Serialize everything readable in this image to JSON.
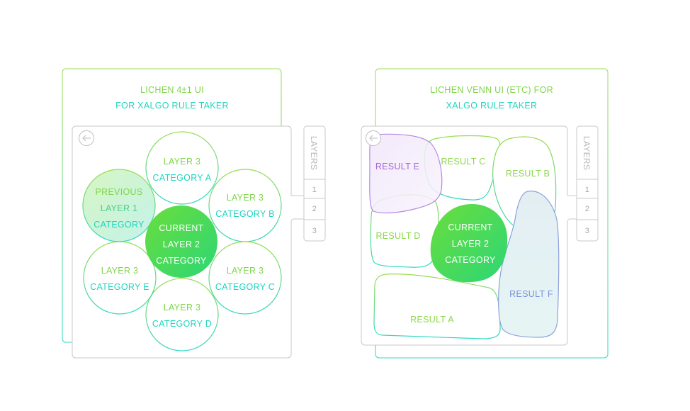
{
  "colors": {
    "lime": "#8BD94A",
    "teal": "#1FD6C0",
    "gray": "#BFBFBF",
    "purple": "#A36AD8",
    "blue": "#7E93DA",
    "current_fill": "#4FD95A"
  },
  "left_panel": {
    "title_line1": "LICHEN 4±1 UI",
    "title_line2": "FOR XALGO RULE TAKER",
    "back_icon": "back-arrow-icon",
    "layers_label": "LAYERS",
    "layer_tabs": [
      "1",
      "2",
      "3"
    ],
    "center": {
      "line1": "CURRENT",
      "line2": "LAYER 2",
      "line3": "CATEGORY"
    },
    "previous": {
      "line1": "PREVIOUS",
      "line2": "LAYER 1",
      "line3": "CATEGORY"
    },
    "categories": [
      {
        "line1": "LAYER 3",
        "line2": "CATEGORY A"
      },
      {
        "line1": "LAYER 3",
        "line2": "CATEGORY B"
      },
      {
        "line1": "LAYER 3",
        "line2": "CATEGORY C"
      },
      {
        "line1": "LAYER 3",
        "line2": "CATEGORY D"
      },
      {
        "line1": "LAYER 3",
        "line2": "CATEGORY E"
      }
    ]
  },
  "right_panel": {
    "title_line1": "LICHEN VENN UI (ETC) FOR",
    "title_line2": "XALGO RULE TAKER",
    "back_icon": "back-arrow-icon",
    "layers_label": "LAYERS",
    "layer_tabs": [
      "1",
      "2",
      "3"
    ],
    "center": {
      "line1": "CURRENT",
      "line2": "LAYER 2",
      "line3": "CATEGORY"
    },
    "results": {
      "a": "RESULT A",
      "b": "RESULT B",
      "c": "RESULT C",
      "d": "RESULT D",
      "e": "RESULT E",
      "f": "RESULT F"
    }
  }
}
